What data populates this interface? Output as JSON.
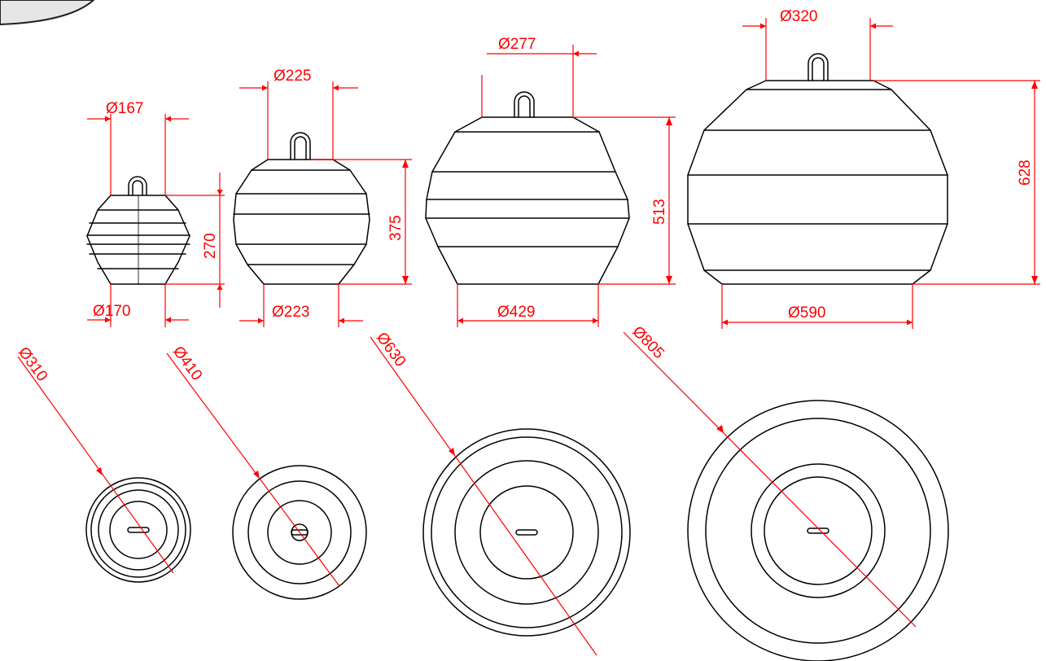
{
  "colors": {
    "geometry": "#000000",
    "dimension": "#ff0000",
    "background": "#ffffff"
  },
  "diameter_symbol": "Ø",
  "side_views": [
    {
      "id": "small",
      "top_dim": "Ø167",
      "bottom_dim": "Ø170",
      "height_dim": "270"
    },
    {
      "id": "medium",
      "top_dim": "Ø225",
      "bottom_dim": "Ø223",
      "height_dim": "375"
    },
    {
      "id": "large",
      "top_dim": "Ø277",
      "bottom_dim": "Ø429",
      "height_dim": "513"
    },
    {
      "id": "xlarge",
      "top_dim": "Ø320",
      "bottom_dim": "Ø590",
      "height_dim": "628"
    }
  ],
  "top_views": [
    {
      "id": "small",
      "dim": "Ø310"
    },
    {
      "id": "medium",
      "dim": "Ø410"
    },
    {
      "id": "large",
      "dim": "Ø630"
    },
    {
      "id": "xlarge",
      "dim": "Ø805"
    }
  ]
}
